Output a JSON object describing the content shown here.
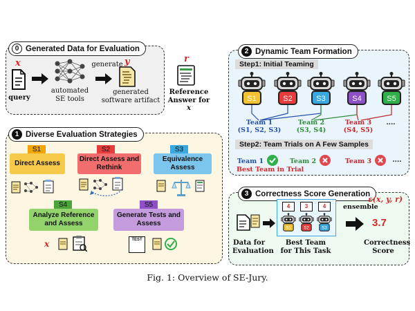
{
  "panel0": {
    "number": "0",
    "title": "Generated Data for Evaluation",
    "x_symbol": "x",
    "query_label": "query",
    "generate_label": "generate",
    "tools_label": "automated SE tools",
    "y_symbol": "y",
    "artifact_label": "generated software artifact",
    "r_symbol": "r",
    "reference_label": "Reference Answer for",
    "reference_var": "x"
  },
  "panel1": {
    "number": "1",
    "title": "Diverse Evaluation Strategies",
    "strategies": [
      {
        "tag": "S1",
        "label": "Direct Assess",
        "color": "#f7c948"
      },
      {
        "tag": "S2",
        "label": "Direct Assess and Rethink",
        "color": "#f26d6d"
      },
      {
        "tag": "S3",
        "label": "Equivalence Assess",
        "color": "#7cc5ec"
      },
      {
        "tag": "S4",
        "label": "Analyze Reference and Assess",
        "color": "#93d36b"
      },
      {
        "tag": "S5",
        "label": "Generate Tests and Assess",
        "color": "#c49bdc"
      }
    ],
    "x_symbol": "x",
    "test_label": "TEST"
  },
  "panel2": {
    "number": "2",
    "title": "Dynamic Team Formation",
    "step1": "Step1: Initial Teaming",
    "robots": [
      {
        "tag": "S1",
        "color": "#f2c230"
      },
      {
        "tag": "S2",
        "color": "#e83b3b"
      },
      {
        "tag": "S3",
        "color": "#38a8e0"
      },
      {
        "tag": "S4",
        "color": "#8e4fc7"
      },
      {
        "tag": "S5",
        "color": "#2fb04a"
      }
    ],
    "teams": [
      {
        "name": "Team 1",
        "members": "(S1, S2, S3)",
        "color": "#1f4fa8"
      },
      {
        "name": "Team 2",
        "members": "(S3, S4)",
        "color": "#2e8b3a"
      },
      {
        "name": "Team 3",
        "members": "(S4, S5)",
        "color": "#c0262c"
      }
    ],
    "ellipsis": "....",
    "step2": "Step2: Team Trials on A Few Samples",
    "trials": [
      {
        "name": "Team 1",
        "result": "pass",
        "color": "#1f4fa8"
      },
      {
        "name": "Team 2",
        "result": "fail",
        "color": "#2e8b3a"
      },
      {
        "name": "Team 3",
        "result": "fail",
        "color": "#c0262c"
      }
    ],
    "best_team": "Best Team in Trial",
    "colors": {
      "pass": "#2fb04a",
      "fail": "#e0484e"
    }
  },
  "panel3": {
    "number": "3",
    "title": "Correctness Score Generation",
    "data_label": "Data for Evaluation",
    "best_team_label": "Best Team for This Task",
    "bubbles": [
      "4",
      "3",
      "4"
    ],
    "ensemble_label": "ensemble",
    "formula": "ε(x, y, r)",
    "score": "3.7",
    "score_label": "Correctness Score"
  },
  "caption": "Fig. 1: Overview of SE-Jury."
}
